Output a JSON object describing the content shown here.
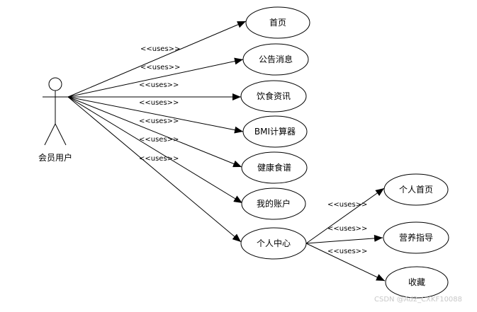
{
  "actor": {
    "label": "会员用户"
  },
  "relation_label": "<<uses>>",
  "use_cases": [
    {
      "id": "home",
      "label": "首页"
    },
    {
      "id": "notice",
      "label": "公告消息"
    },
    {
      "id": "diet-info",
      "label": "饮食资讯"
    },
    {
      "id": "bmi",
      "label": "BMI计算器"
    },
    {
      "id": "recipes",
      "label": "健康食谱"
    },
    {
      "id": "account",
      "label": "我的账户"
    },
    {
      "id": "center",
      "label": "个人中心"
    }
  ],
  "sub_use_cases": [
    {
      "id": "personal-home",
      "label": "个人首页"
    },
    {
      "id": "nutrition",
      "label": "营养指导"
    },
    {
      "id": "favorites",
      "label": "收藏"
    }
  ],
  "watermark": "CSDN @Ad2_CXKF10088"
}
